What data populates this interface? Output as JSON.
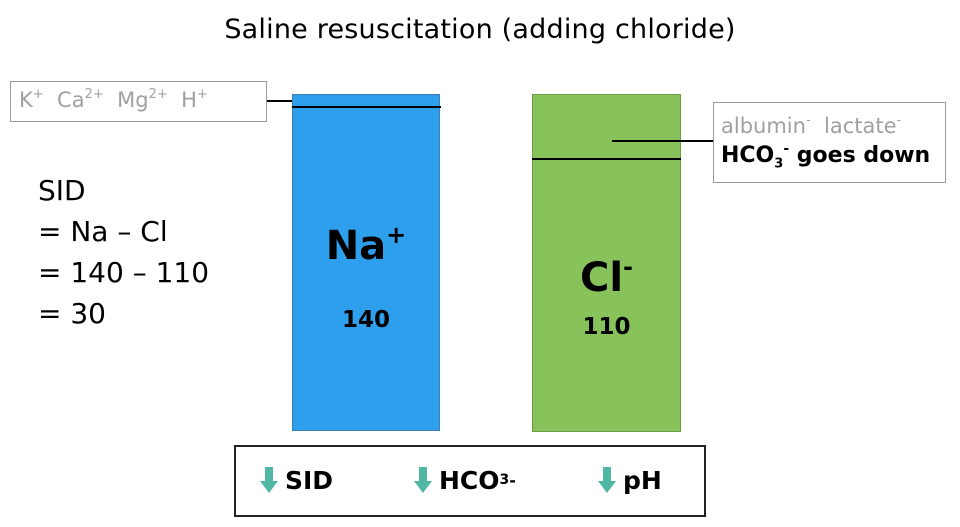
{
  "title": "Saline resuscitation (adding chloride)",
  "unmeasured_cations": {
    "k": "K",
    "k_charge": "+",
    "ca": "Ca",
    "ca_charge": "2+",
    "mg": "Mg",
    "mg_charge": "2+",
    "h": "H",
    "h_charge": "+"
  },
  "sid_calc": [
    "SID",
    "= Na – Cl",
    "= 140 – 110",
    "= 30"
  ],
  "sodium": {
    "symbol": "Na",
    "charge": "+",
    "value": "140",
    "color": "#2e9fec"
  },
  "chloride": {
    "symbol": "Cl",
    "charge": "-",
    "value": "110",
    "color": "#87c35a"
  },
  "unmeasured_anions": {
    "albumin": "albumin",
    "albumin_charge": "-",
    "lactate": "lactate",
    "lactate_charge": "-",
    "bicarb_base": "HCO",
    "bicarb_sub": "3",
    "bicarb_charge": "-",
    "bicarb_note": "goes down"
  },
  "effects": {
    "arrow_icon": "down-arrow-icon",
    "arrow_color": "#4fb7a3",
    "sid": "SID",
    "hco3_base": "HCO",
    "hco3_sub": "3",
    "hco3_charge": "-",
    "ph": "pH"
  }
}
